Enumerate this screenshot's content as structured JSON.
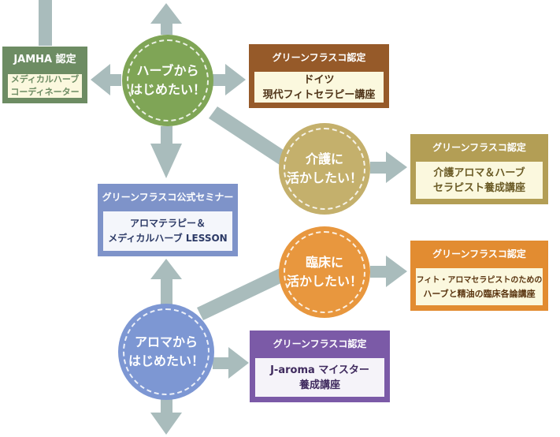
{
  "circles": {
    "herb": {
      "line1": "ハーブから",
      "line2": "はじめたい！"
    },
    "care": {
      "line1": "介護に",
      "line2": "活かしたい！"
    },
    "clinical": {
      "line1": "臨床に",
      "line2": "活かしたい！"
    },
    "aroma": {
      "line1": "アロマから",
      "line2": "はじめたい！"
    }
  },
  "boxes": {
    "jamha": {
      "header": "JAMHA 認定",
      "line1": "メディカルハーブ",
      "line2": "コーディネーター"
    },
    "germany": {
      "header": "グリーンフラスコ認定",
      "line1": "ドイツ",
      "line2": "現代フィトセラピー講座"
    },
    "care": {
      "header": "グリーンフラスコ認定",
      "line1": "介護アロマ＆ハーブ",
      "line2": "セラピスト養成講座"
    },
    "seminar": {
      "header": "グリーンフラスコ公式セミナー",
      "line1": "アロマテラピー＆",
      "line2": "メディカルハーブ LESSON"
    },
    "clinical": {
      "header": "グリーンフラスコ認定",
      "line1": "フィト・アロマセラピストのための",
      "line2": "ハーブと精油の臨床各論講座"
    },
    "jaroma": {
      "header": "グリーンフラスコ認定",
      "line1": "J-aroma マイスター",
      "line2": "養成講座"
    }
  },
  "colors": {
    "connector": "#a9bcbc",
    "herb_green": "#7fa556",
    "care_tan": "#c4b06c",
    "clinical_orange": "#e8973e",
    "aroma_blue": "#7d97d3",
    "jamha_green": "#6d8c63",
    "germany_brown": "#965a29",
    "care_box_tan": "#b39e55",
    "seminar_blue": "#7e93c9",
    "clinical_box_orange": "#e28c31",
    "jaroma_purple": "#7b5aa7"
  }
}
